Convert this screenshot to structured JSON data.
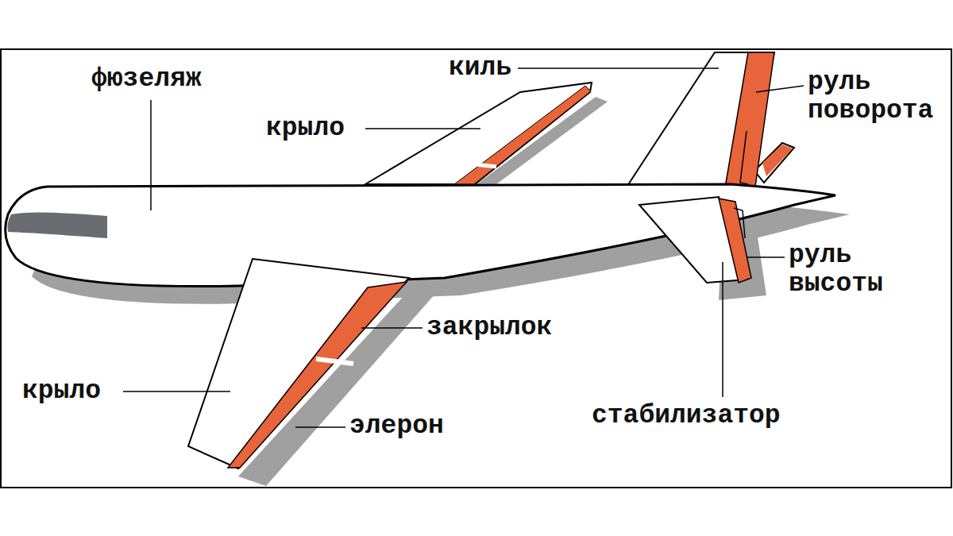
{
  "diagram": {
    "labels": [
      "фюзеляж",
      "киль",
      "крыло",
      "руль поворота",
      "руль высоты",
      "закрылок",
      "крыло",
      "элерон",
      "стабилизатор"
    ]
  }
}
